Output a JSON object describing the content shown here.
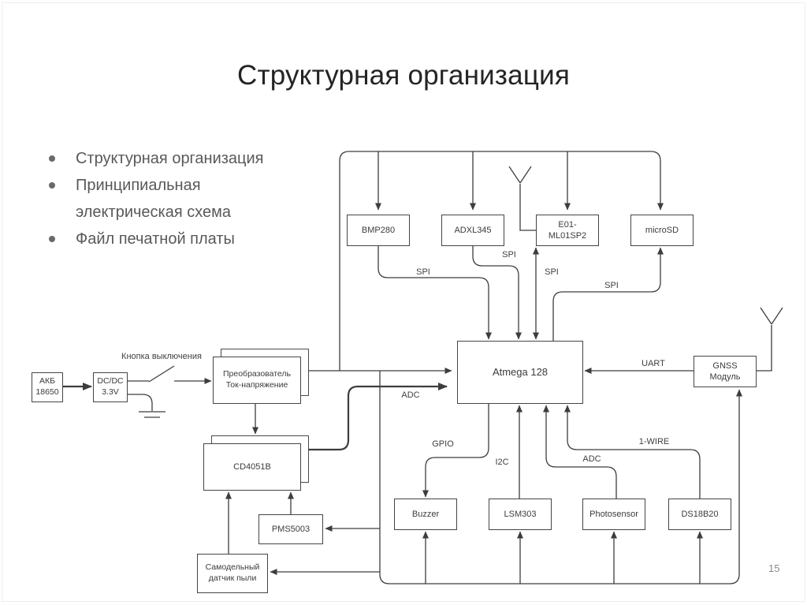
{
  "slide": {
    "title": "Структурная организация",
    "page_number": "15"
  },
  "bullets": [
    "Структурная организация",
    "Принципиальная электрическая схема",
    "Файл печатной платы"
  ],
  "blocks": {
    "akb": {
      "l1": "АКБ",
      "l2": "18650"
    },
    "dcdc": {
      "l1": "DC/DC",
      "l2": "3.3V"
    },
    "conv": {
      "l1": "Преобразователь",
      "l2": "Ток-напряжение"
    },
    "cd4051": {
      "l1": "CD4051B"
    },
    "pms": {
      "l1": "PMS5003"
    },
    "dust": {
      "l1": "Самодельный",
      "l2": "датчик пыли"
    },
    "bmp": {
      "l1": "BMP280"
    },
    "adxl": {
      "l1": "ADXL345"
    },
    "e01": {
      "l1": "E01-",
      "l2": "ML01SP2"
    },
    "microsd": {
      "l1": "microSD"
    },
    "atmega": {
      "l1": "Atmega 128"
    },
    "gnss": {
      "l1": "GNSS",
      "l2": "Модуль"
    },
    "buzzer": {
      "l1": "Buzzer"
    },
    "lsm": {
      "l1": "LSM303"
    },
    "photo": {
      "l1": "Photosensor"
    },
    "ds18": {
      "l1": "DS18B20"
    }
  },
  "wire_labels": {
    "spi_bmp": "SPI",
    "spi_adxl": "SPI",
    "spi_e01": "SPI",
    "spi_microsd": "SPI",
    "uart": "UART",
    "adc_left": "ADC",
    "gpio": "GPIO",
    "i2c": "I2C",
    "adc_bottom": "ADC",
    "one_wire": "1-WIRE",
    "switch_label": "Кнопка выключения"
  },
  "icons": {
    "antenna": "antenna-icon",
    "ground": "ground-icon",
    "switch": "switch-icon",
    "bullet": "bullet-dot"
  },
  "colors": {
    "wire": "#3d3d3d",
    "box_border": "#454545",
    "title_text": "#242424",
    "bullet_text": "#595959",
    "frame": "#eeeeee",
    "page_number": "#8a8a8a"
  }
}
